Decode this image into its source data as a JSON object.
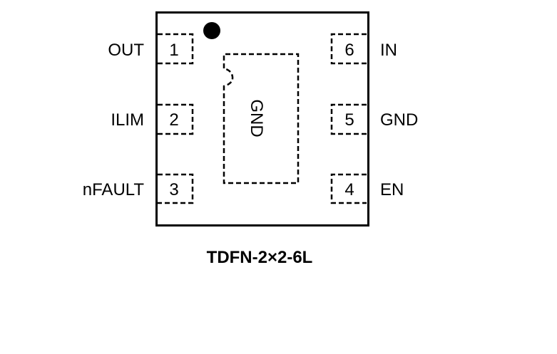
{
  "package": {
    "title": "TDFN-2×2-6L",
    "center_pad_label": "GND",
    "pin1_marker": "pin1-dot-icon"
  },
  "pins": [
    {
      "number": "1",
      "name": "OUT",
      "side": "left"
    },
    {
      "number": "2",
      "name": "ILIM",
      "side": "left"
    },
    {
      "number": "3",
      "name": "nFAULT",
      "side": "left"
    },
    {
      "number": "4",
      "name": "EN",
      "side": "right"
    },
    {
      "number": "5",
      "name": "GND",
      "side": "right"
    },
    {
      "number": "6",
      "name": "IN",
      "side": "right"
    }
  ],
  "colors": {
    "stroke": "#000000",
    "background": "#ffffff"
  }
}
